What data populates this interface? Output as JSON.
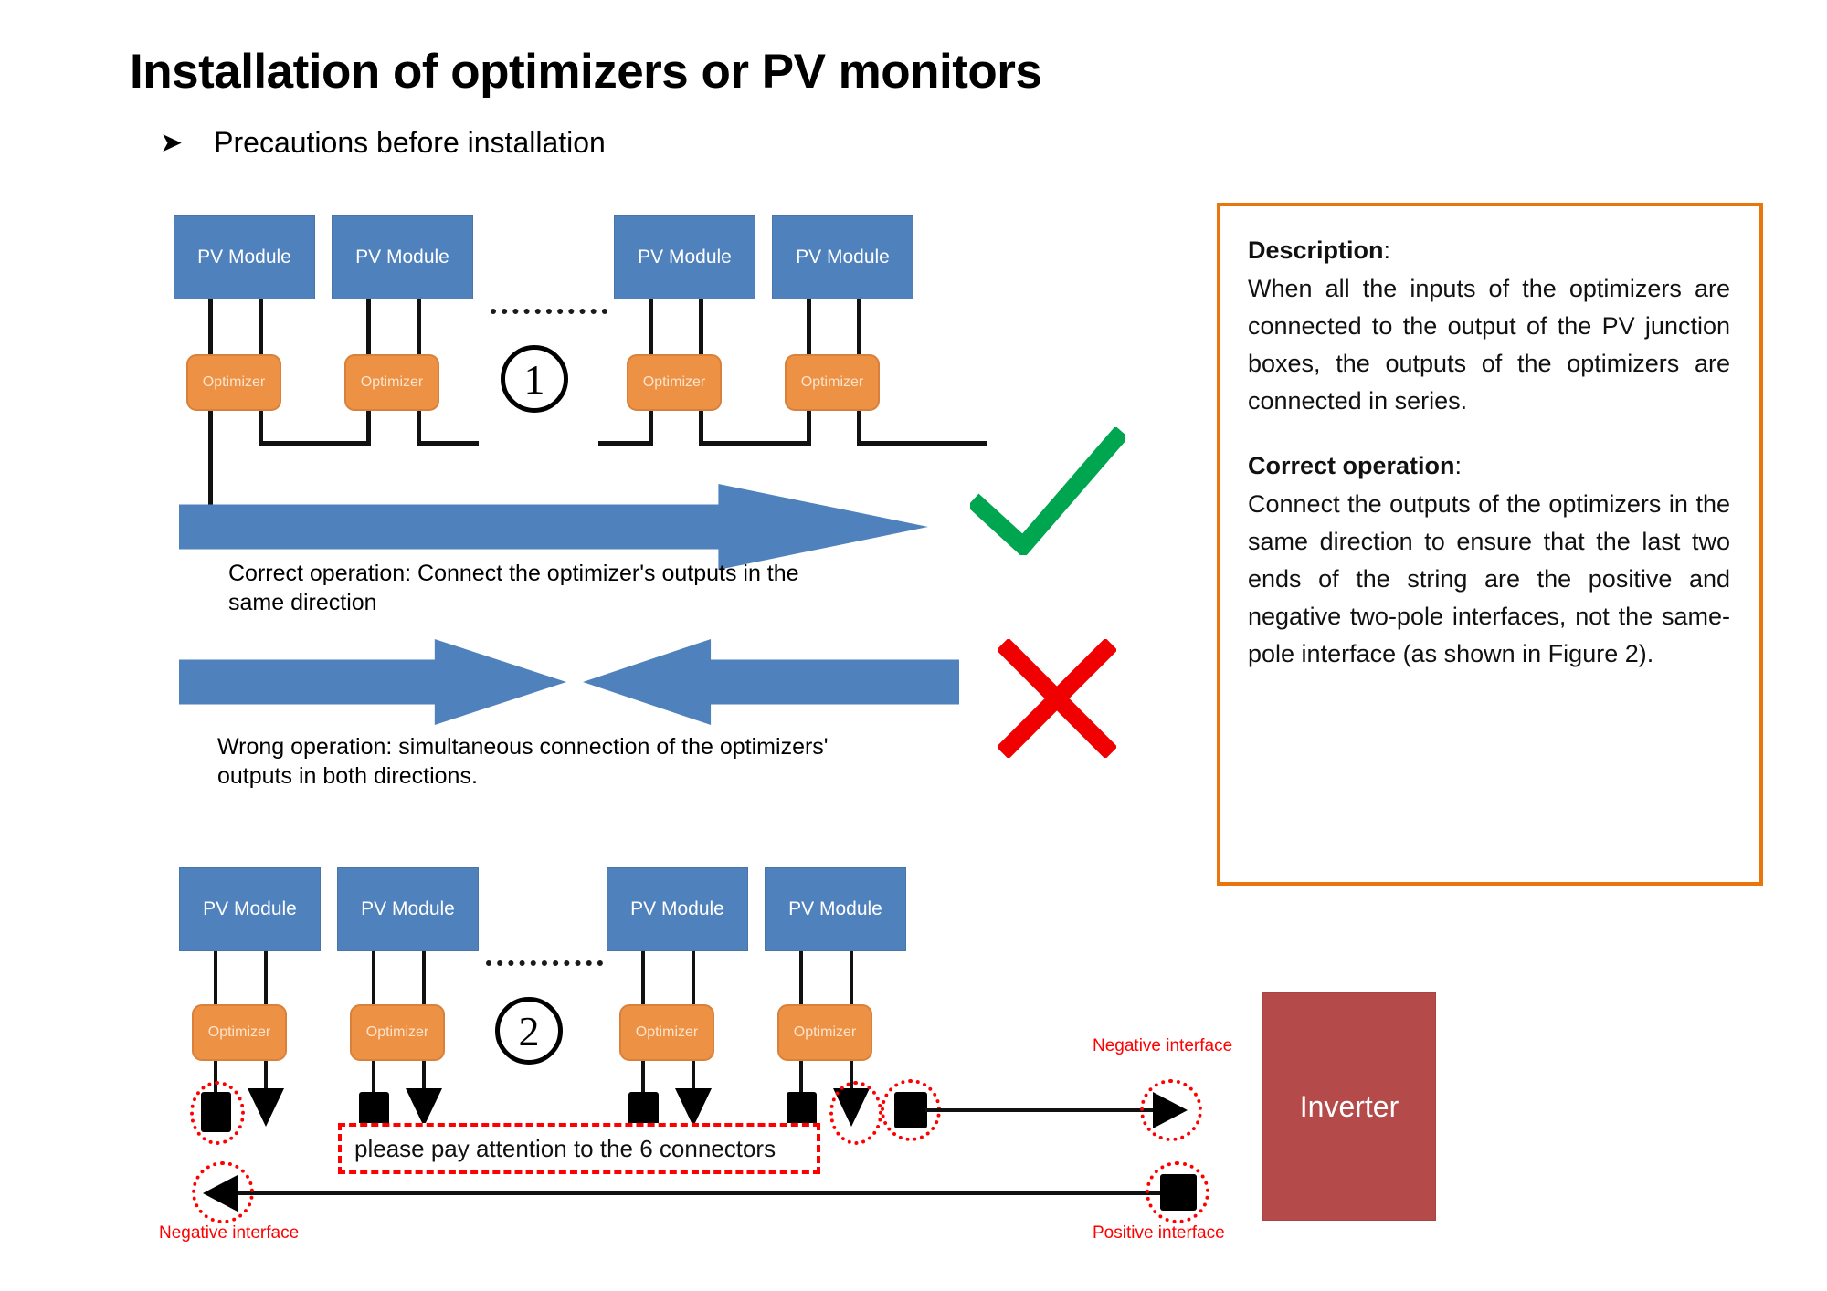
{
  "header": {
    "title": "Installation of optimizers or PV monitors",
    "bullet_marker": "➤",
    "bullet_text": "Precautions before installation"
  },
  "labels": {
    "pv_module": "PV Module",
    "optimizer": "Optimizer",
    "inverter": "Inverter",
    "negative_interface": "Negative interface",
    "positive_interface": "Positive interface",
    "figure_one": "①",
    "figure_two": "②",
    "figure_one_plain": "1",
    "figure_two_plain": "2"
  },
  "diagram1": {
    "number": "1",
    "modules": [
      "PV Module",
      "PV Module",
      "PV Module",
      "PV Module"
    ],
    "optimizers": [
      "Optimizer",
      "Optimizer",
      "Optimizer",
      "Optimizer"
    ],
    "correct_caption": "Correct operation: Connect the optimizer's outputs in the same direction",
    "wrong_caption": "Wrong operation: simultaneous connection of the optimizers' outputs in both directions.",
    "correct_mark": "check-mark",
    "wrong_mark": "cross-mark"
  },
  "diagram2": {
    "number": "2",
    "modules": [
      "PV Module",
      "PV Module",
      "PV Module",
      "PV Module"
    ],
    "optimizers": [
      "Optimizer",
      "Optimizer",
      "Optimizer",
      "Optimizer"
    ],
    "note": "please pay attention to the 6 connectors",
    "inverter_label": "Inverter",
    "top_interface_label": "Negative interface",
    "bottom_left_interface_label": "Negative interface",
    "bottom_right_interface_label": "Positive interface",
    "highlighted_connector_count": 6
  },
  "description": {
    "heading1": "Description",
    "heading1_colon": ":",
    "body1": "When all the inputs of the optimizers are connected to the output of the PV junction boxes, the outputs of the optimizers are connected in series.",
    "heading2": "Correct operation",
    "heading2_colon": ":",
    "body2": "Connect the outputs of the optimizers in the same direction to ensure that the last two ends of the string are the positive and negative two-pole interfaces, not the same-pole interface (as shown in Figure 2)."
  },
  "colors": {
    "pv_module_blue": "#4F81BD",
    "optimizer_orange": "#ED9144",
    "inverter_red": "#B54A4A",
    "panel_border_orange": "#E8760C",
    "check_green": "#00A550",
    "cross_red": "#F00000",
    "highlight_red": "#FF0000"
  }
}
